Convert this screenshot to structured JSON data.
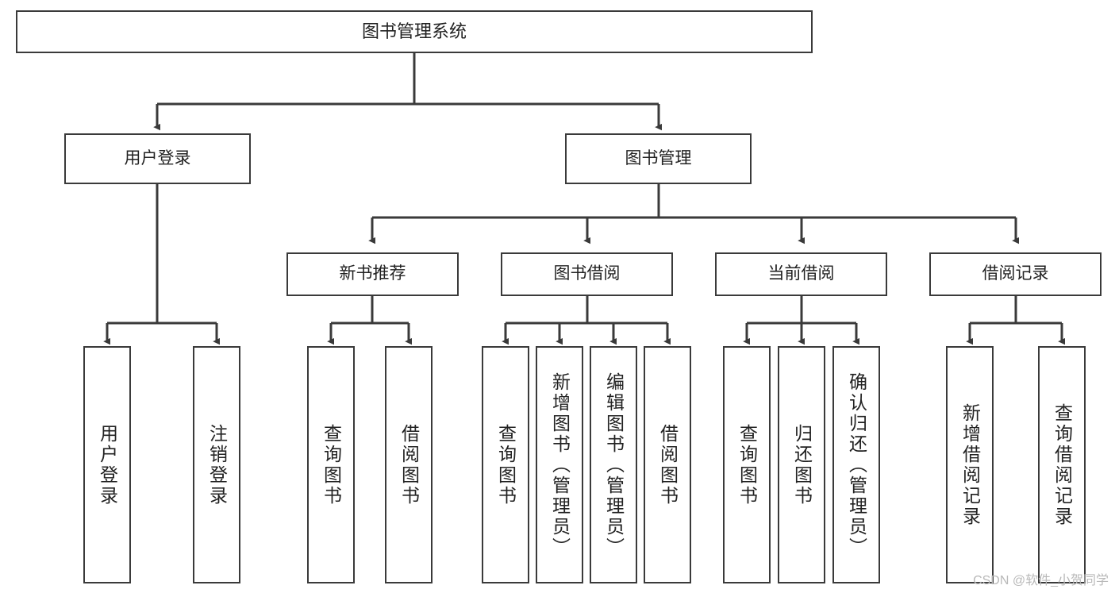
{
  "diagram": {
    "title": "图书管理系统",
    "watermark": "CSDN @软件_小贺同学",
    "colors": {
      "box_border": "#3a3a3a",
      "box_fill": "#ffffff",
      "text": "#222222",
      "connector": "#3a3a3a",
      "watermark": "#b9b9b9"
    },
    "root": {
      "label": "图书管理系统"
    },
    "level2": [
      {
        "label": "用户登录"
      },
      {
        "label": "图书管理"
      }
    ],
    "level3": [
      {
        "label": "新书推荐"
      },
      {
        "label": "图书借阅"
      },
      {
        "label": "当前借阅"
      },
      {
        "label": "借阅记录"
      }
    ],
    "leaves": {
      "user_login": [
        {
          "label": "用户登录"
        },
        {
          "label": "注销登录"
        }
      ],
      "new_book_recommend": [
        {
          "label": "查询图书"
        },
        {
          "label": "借阅图书"
        }
      ],
      "book_borrow": [
        {
          "label": "查询图书"
        },
        {
          "label": "新增图书（管理员）"
        },
        {
          "label": "编辑图书（管理员）"
        },
        {
          "label": "借阅图书"
        }
      ],
      "current_borrow": [
        {
          "label": "查询图书"
        },
        {
          "label": "归还图书"
        },
        {
          "label": "确认归还（管理员）"
        }
      ],
      "borrow_records": [
        {
          "label": "新增借阅记录"
        },
        {
          "label": "查询借阅记录"
        }
      ]
    }
  }
}
